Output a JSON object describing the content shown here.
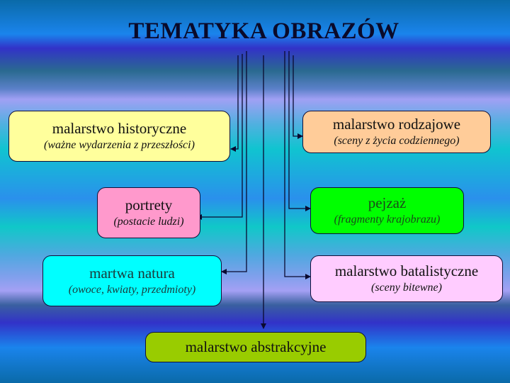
{
  "title": "TEMATYKA OBRAZÓW",
  "colors": {
    "historyczne": "#ffff9c",
    "rodzajowe": "#ffcc99",
    "portrety": "#ff99cc",
    "pejzaz": "#00ff00",
    "martwa_natura": "#00ffff",
    "batalistyczne": "#ffccff",
    "abstrakcyjne": "#99cc00",
    "connector": "#0a0a30"
  },
  "nodes": {
    "historyczne": {
      "label": "malarstwo historyczne",
      "sub": "(ważne wydarzenia z przeszłości)"
    },
    "rodzajowe": {
      "label": "malarstwo rodzajowe",
      "sub": "(sceny z życia codziennego)"
    },
    "portrety": {
      "label": "portrety",
      "sub": "(postacie ludzi)"
    },
    "pejzaz": {
      "label": "pejzaż",
      "sub": "(fragmenty krajobrazu)"
    },
    "martwa_natura": {
      "label": "martwa natura",
      "sub": "(owoce, kwiaty, przedmioty)"
    },
    "batalistyczne": {
      "label": "malarstwo batalistyczne",
      "sub": "(sceny bitewne)"
    },
    "abstrakcyjne": {
      "label": "malarstwo abstrakcyjne"
    }
  }
}
